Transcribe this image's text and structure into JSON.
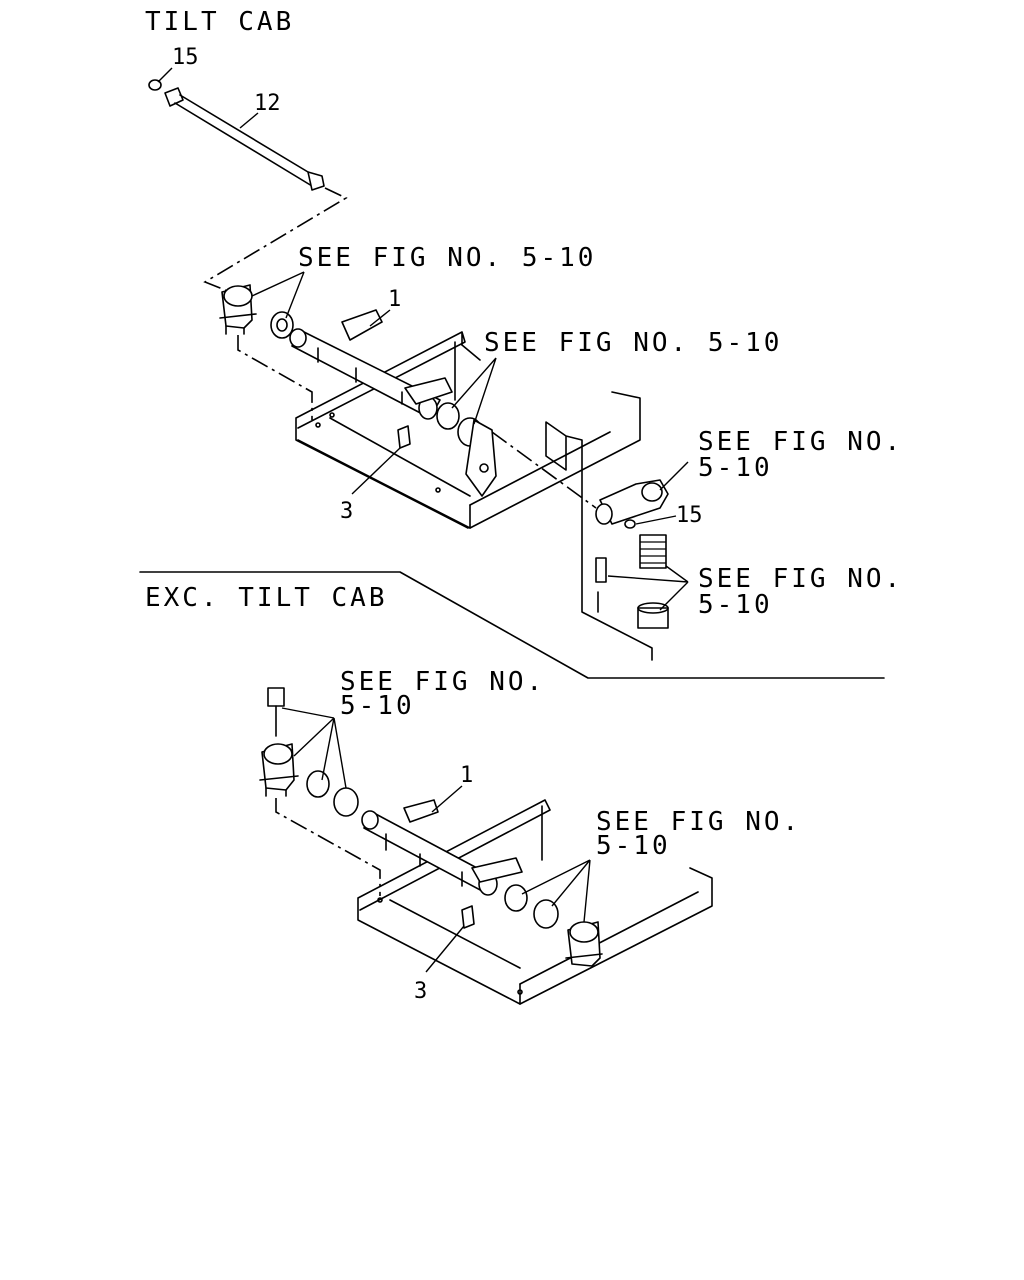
{
  "sections": {
    "tilt_cab": "TILT CAB",
    "exc_tilt_cab": "EXC. TILT CAB"
  },
  "references": {
    "see_fig_5_10": "SEE FIG NO. 5-10",
    "see_fig": "SEE FIG NO.",
    "fig_number": "5-10"
  },
  "callouts": {
    "part_1": "1",
    "part_3": "3",
    "part_12": "12",
    "part_15": "15"
  }
}
